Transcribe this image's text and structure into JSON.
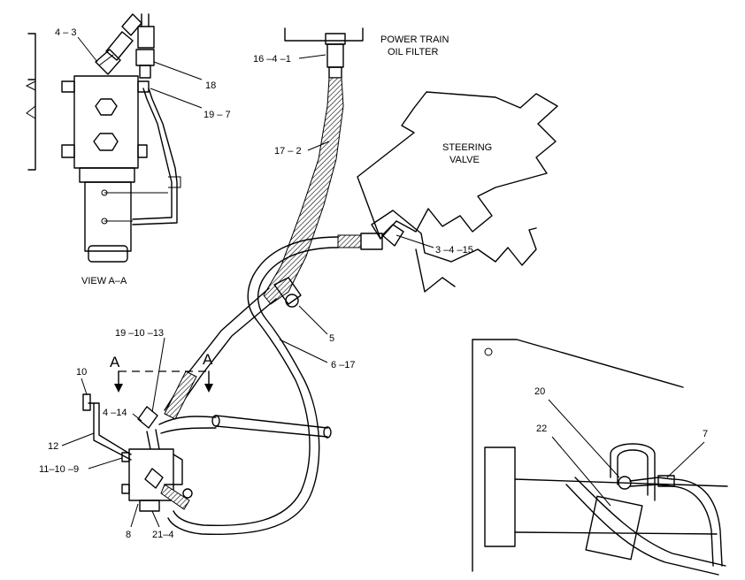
{
  "labels": {
    "l_4_3": "4 – 3",
    "l_18": "18",
    "l_19_7": "19 – 7",
    "l_view": "VIEW  A–A",
    "l_16_4_1": "16 –4 –1",
    "l_17_2": "17 – 2",
    "l_ptf_1": "POWER TRAIN",
    "l_ptf_2": "OIL FILTER",
    "l_sv_1": "STEERING",
    "l_sv_2": "VALVE",
    "l_3_4_15": "3 –4 –15",
    "l_5": "5",
    "l_6_17": "6 –17",
    "l_19_10_13": "19 –10 –13",
    "l_A_left": "A",
    "l_A_right": "A",
    "l_10": "10",
    "l_4_14": "4 –14",
    "l_12": "12",
    "l_11_10_9": "11–10 –9",
    "l_8": "8",
    "l_21_4": "21–4",
    "l_20": "20",
    "l_22": "22",
    "l_7": "7"
  }
}
